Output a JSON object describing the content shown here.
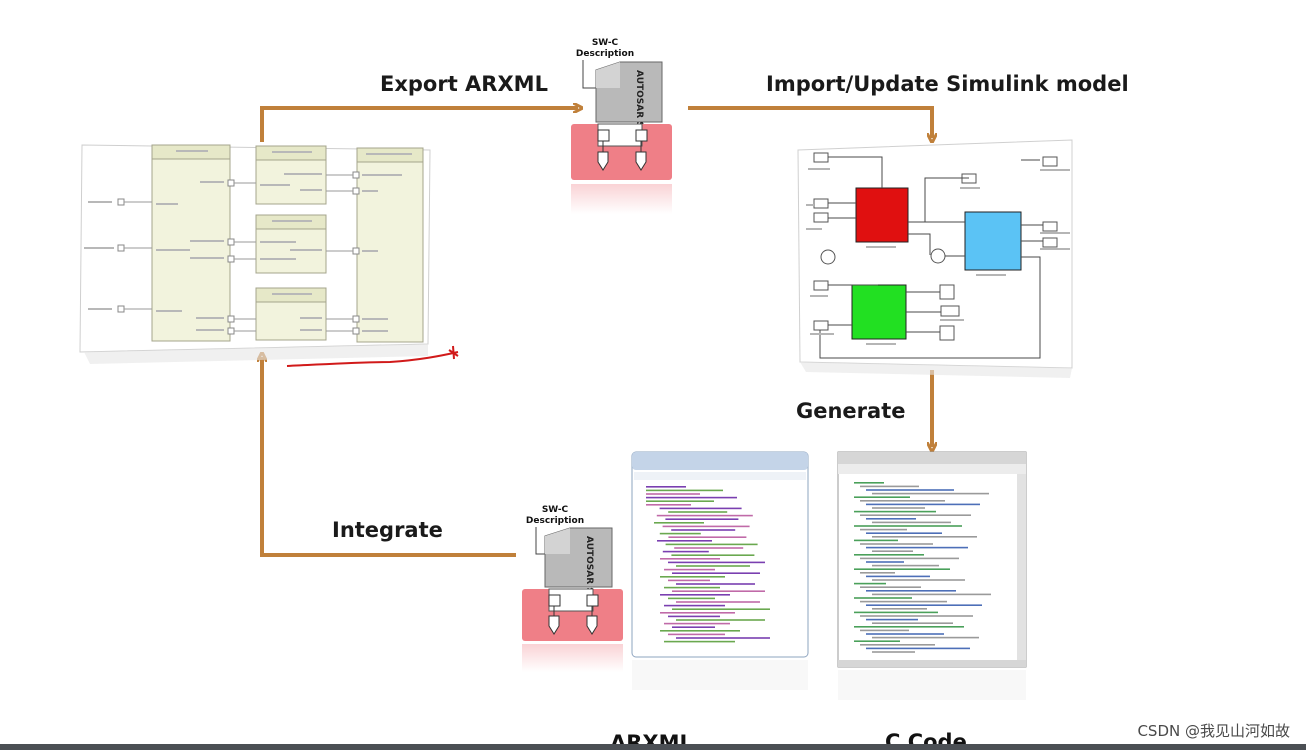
{
  "flow": {
    "export_label": "Export ARXML",
    "import_label": "Import/Update Simulink model",
    "generate_label": "Generate",
    "integrate_label": "Integrate"
  },
  "swc_top": {
    "caption_line1": "SW-C",
    "caption_line2": "Description",
    "badge": "AUTOSAR SW-C"
  },
  "swc_bottom": {
    "caption_line1": "SW-C",
    "caption_line2": "Description",
    "badge": "AUTOSAR SW-C"
  },
  "outputs": {
    "arxml_label": "ARXML",
    "ccode_label": "C Code"
  },
  "watermark": "CSDN @我见山河如故",
  "colors": {
    "arrow": "#c0803a",
    "swc_base": "#ef7f87",
    "sim_red": "#e01010",
    "sim_blue": "#5bc3f5",
    "sim_green": "#22e022",
    "annotation": "#d11a1a"
  }
}
